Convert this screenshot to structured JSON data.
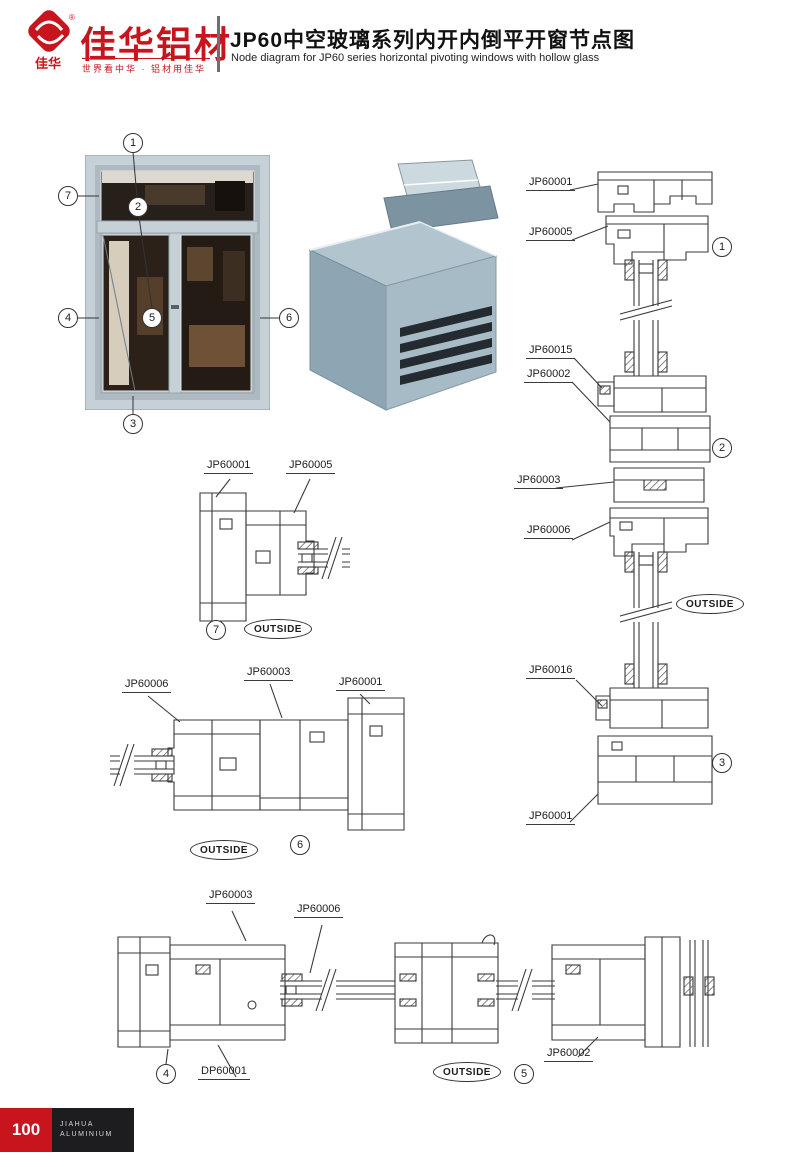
{
  "header": {
    "logo_cn": "佳华",
    "logo_reg": "®",
    "brand": "佳华铝材",
    "tagline": "世界看中华 · 铝材用佳华",
    "title": "JP60中空玻璃系列内开内倒平开窗节点图",
    "subtitle": "Node diagram for JP60 series horizontal pivoting windows with hollow glass"
  },
  "colors": {
    "accent": "#c8151d",
    "line": "#3a3a3a",
    "frame_blue": "#b2c5cf"
  },
  "photo": {
    "callouts": [
      "1",
      "2",
      "3",
      "4",
      "5",
      "6",
      "7"
    ]
  },
  "right_stack": {
    "labels": [
      "JP60001",
      "JP60005",
      "JP60015",
      "JP60002",
      "JP60003",
      "JP60006",
      "JP60016",
      "JP60001"
    ],
    "callouts": [
      "1",
      "2",
      "3"
    ],
    "outside": "OUTSIDE"
  },
  "detail7": {
    "labels": [
      "JP60001",
      "JP60005"
    ],
    "callout": "7",
    "outside": "OUTSIDE"
  },
  "detail6": {
    "labels": [
      "JP60006",
      "JP60003",
      "JP60001"
    ],
    "callout": "6",
    "outside": "OUTSIDE"
  },
  "bottom": {
    "labels": [
      "JP60003",
      "JP60006",
      "DP60001",
      "JP60002"
    ],
    "callouts": [
      "4",
      "5"
    ],
    "outside": "OUTSIDE"
  },
  "footer": {
    "page": "100",
    "brand_top": "JIAHUA",
    "brand_bottom": "ALUMINIUM"
  }
}
